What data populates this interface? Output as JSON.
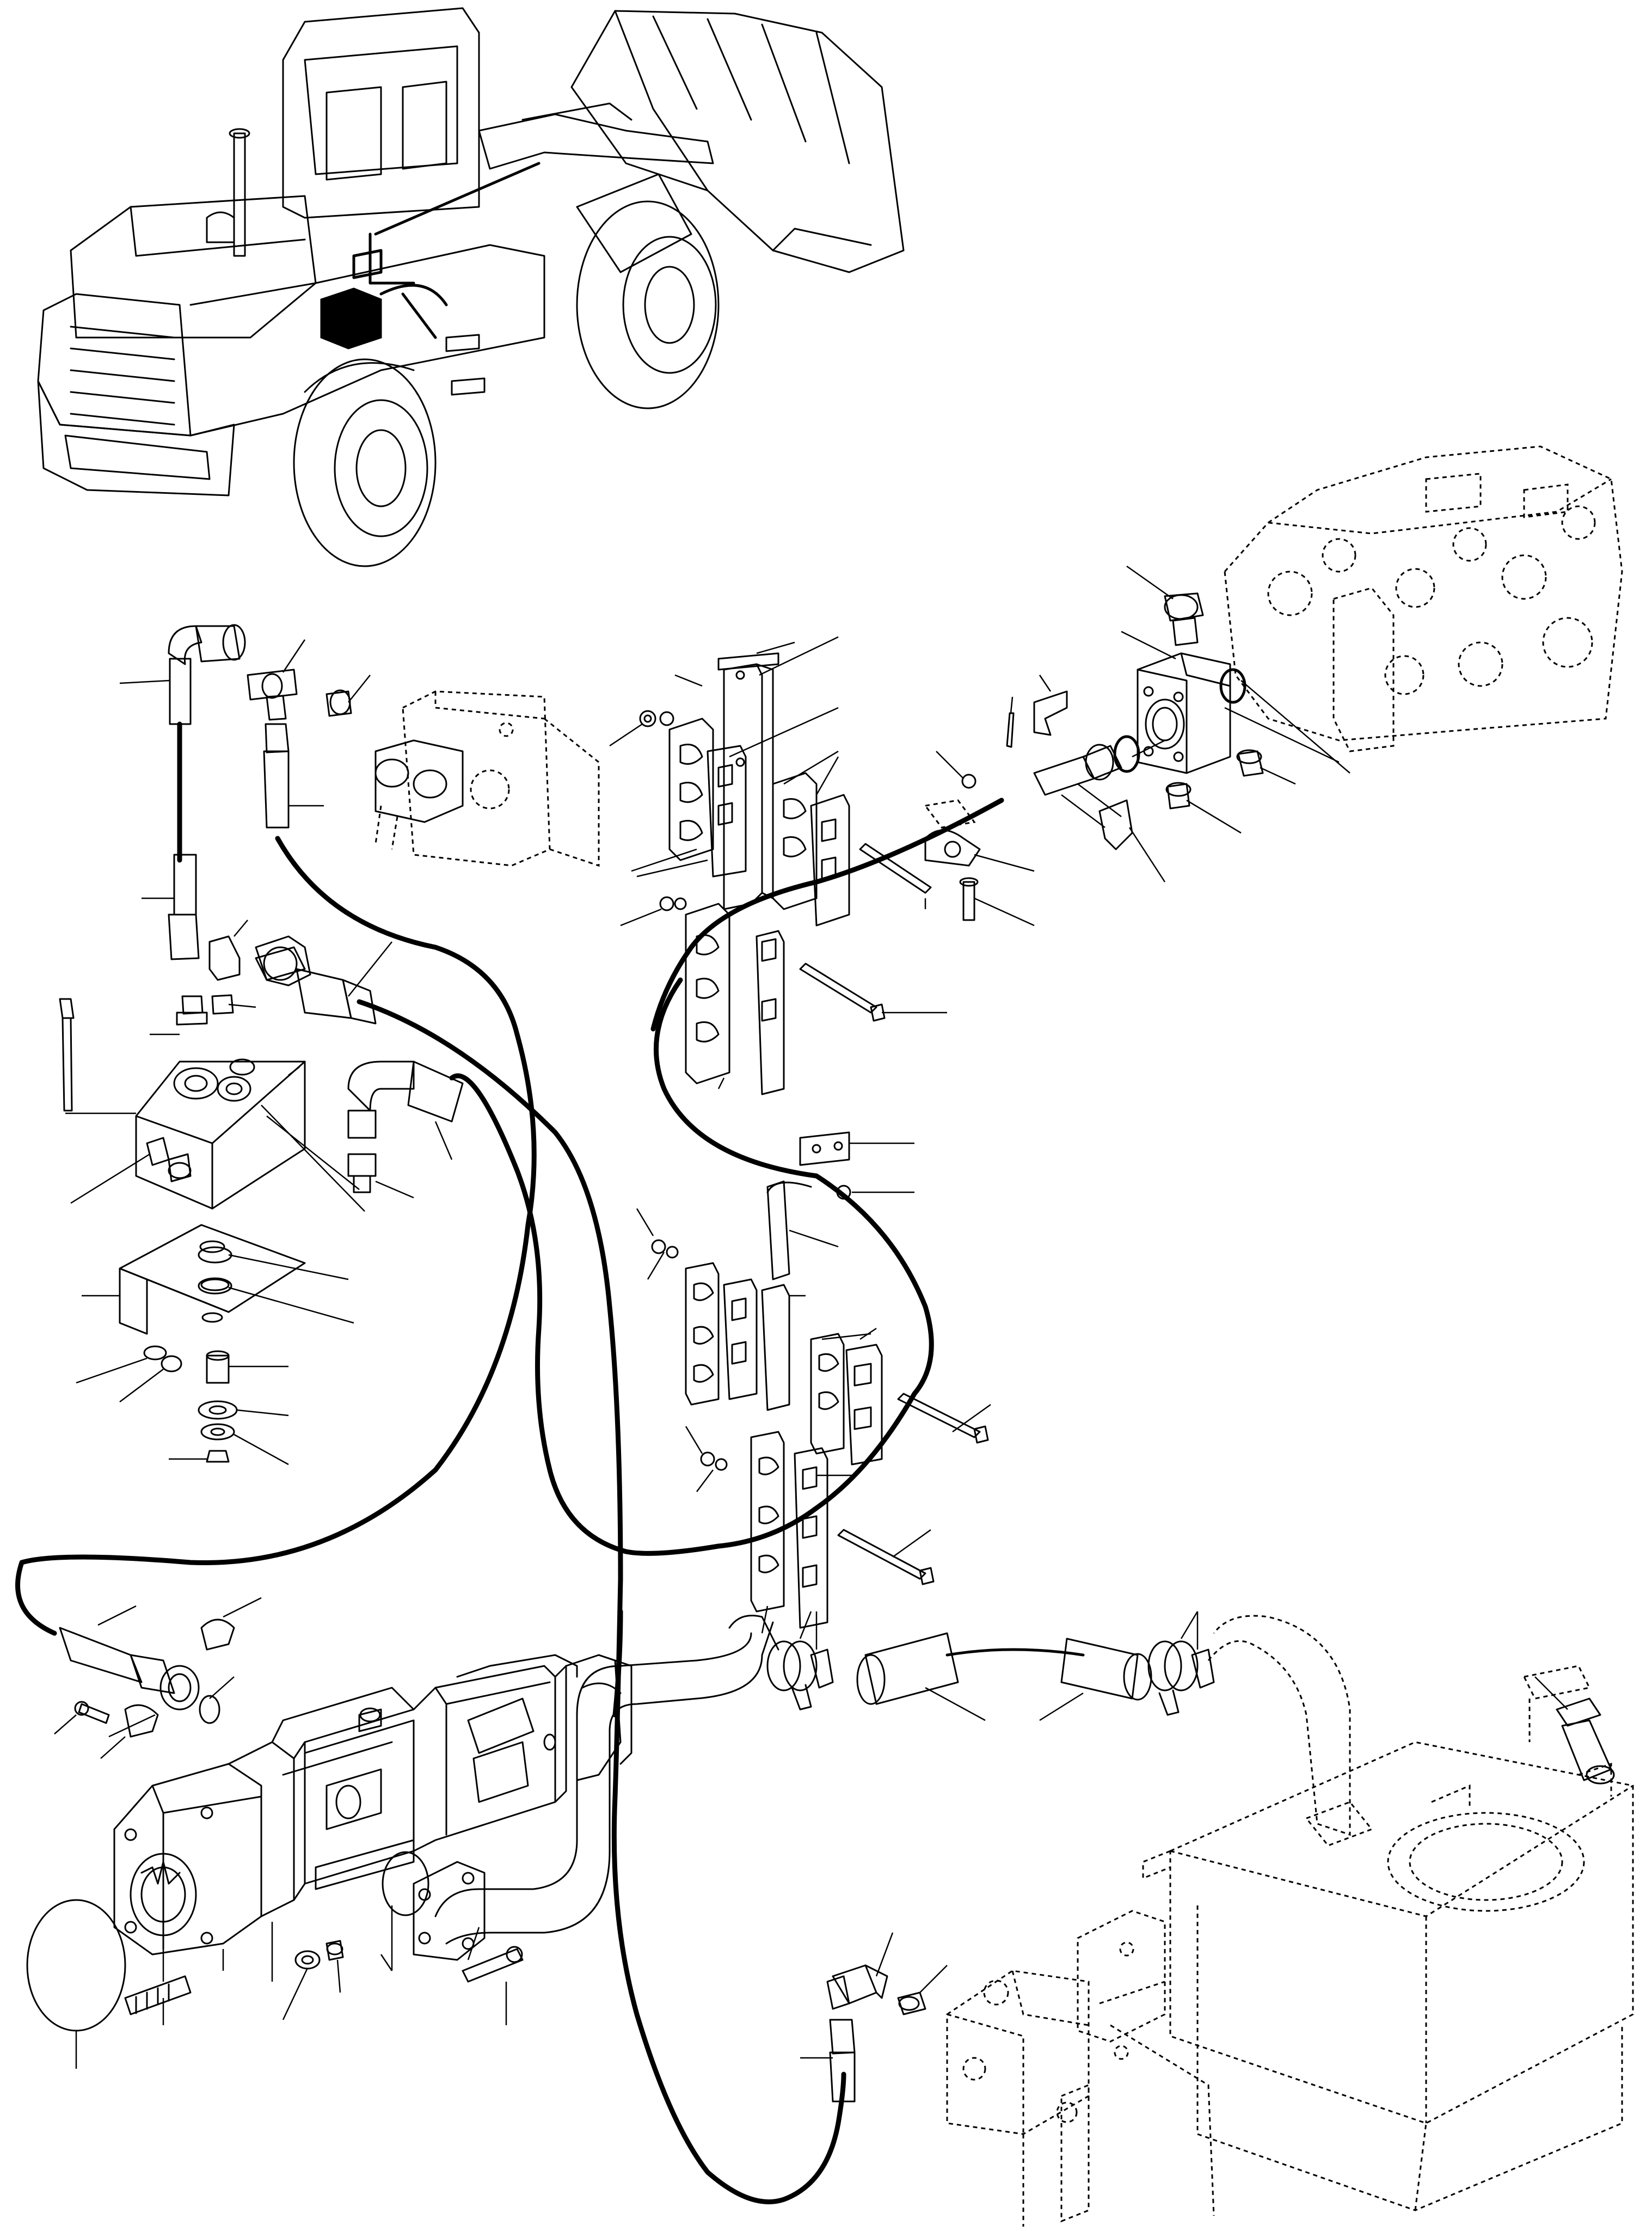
{
  "figure": {
    "type": "exploded-parts-diagram",
    "text_labels": [],
    "leader_lines_without_numbers": true
  },
  "components": [
    {
      "id": "wheel-loader",
      "style": "outline",
      "highlight": "cab-hydraulic-lines"
    },
    {
      "id": "control-valve-block",
      "style": "dashed"
    },
    {
      "id": "hydraulic-pump-assembly",
      "style": "solid"
    },
    {
      "id": "hydraulic-tank",
      "style": "dashed"
    },
    {
      "id": "steering-valve-block",
      "style": "dashed"
    },
    {
      "id": "auxiliary-valve",
      "style": "dashed"
    },
    {
      "id": "hose-clamp-blocks",
      "count": 4
    },
    {
      "id": "mounting-bracket-stack",
      "style": "solid"
    },
    {
      "id": "suction-hose",
      "style": "solid"
    }
  ]
}
